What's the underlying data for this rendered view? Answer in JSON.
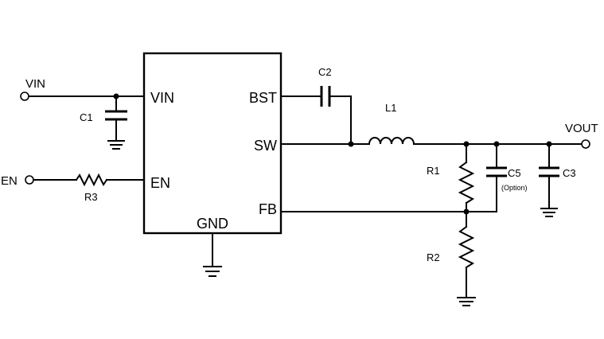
{
  "ic": {
    "pins": {
      "vin": "VIN",
      "en": "EN",
      "gnd": "GND",
      "bst": "BST",
      "sw": "SW",
      "fb": "FB"
    }
  },
  "nets": {
    "vin": "VIN",
    "en": "EN",
    "vout": "VOUT"
  },
  "components": {
    "c1": "C1",
    "c2": "C2",
    "c3": "C3",
    "c5": "C5",
    "c5_note": "(Option)",
    "l1": "L1",
    "r1": "R1",
    "r2": "R2",
    "r3": "R3"
  }
}
